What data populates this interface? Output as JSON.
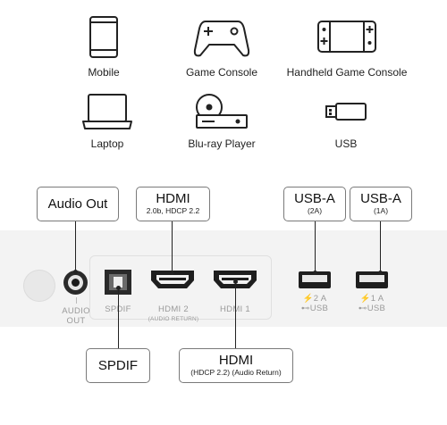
{
  "devices": [
    {
      "icon": "mobile-icon",
      "label": "Mobile"
    },
    {
      "icon": "game-console-icon",
      "label": "Game Console"
    },
    {
      "icon": "handheld-game-console-icon",
      "label": "Handheld Game Console"
    },
    {
      "icon": "laptop-icon",
      "label": "Laptop"
    },
    {
      "icon": "blu-ray-player-icon",
      "label": "Blu-ray Player"
    },
    {
      "icon": "usb-drive-icon",
      "label": "USB"
    }
  ],
  "callouts": {
    "audio_out": {
      "title": "Audio Out"
    },
    "hdmi_top": {
      "title": "HDMI",
      "subtitle": "2.0b, HDCP 2.2"
    },
    "usb_a_2a": {
      "title": "USB-A",
      "subtitle": "(2A)"
    },
    "usb_a_1a": {
      "title": "USB-A",
      "subtitle": "(1A)"
    },
    "spdif": {
      "title": "SPDIF"
    },
    "hdmi_bottom": {
      "title": "HDMI",
      "subtitle": "(HDCP 2.2) (Audio Return)"
    }
  },
  "ports": {
    "audio_out": {
      "line1": "AUDIO",
      "line2": "OUT"
    },
    "spdif": {
      "label": "SPDIF"
    },
    "hdmi2": {
      "label": "HDMI 2",
      "sub": "(AUDIO RETURN)"
    },
    "hdmi1": {
      "label": "HDMI 1"
    },
    "usb_2a": {
      "current": "2 A",
      "label": "USB"
    },
    "usb_1a": {
      "current": "1 A",
      "label": "USB"
    }
  }
}
